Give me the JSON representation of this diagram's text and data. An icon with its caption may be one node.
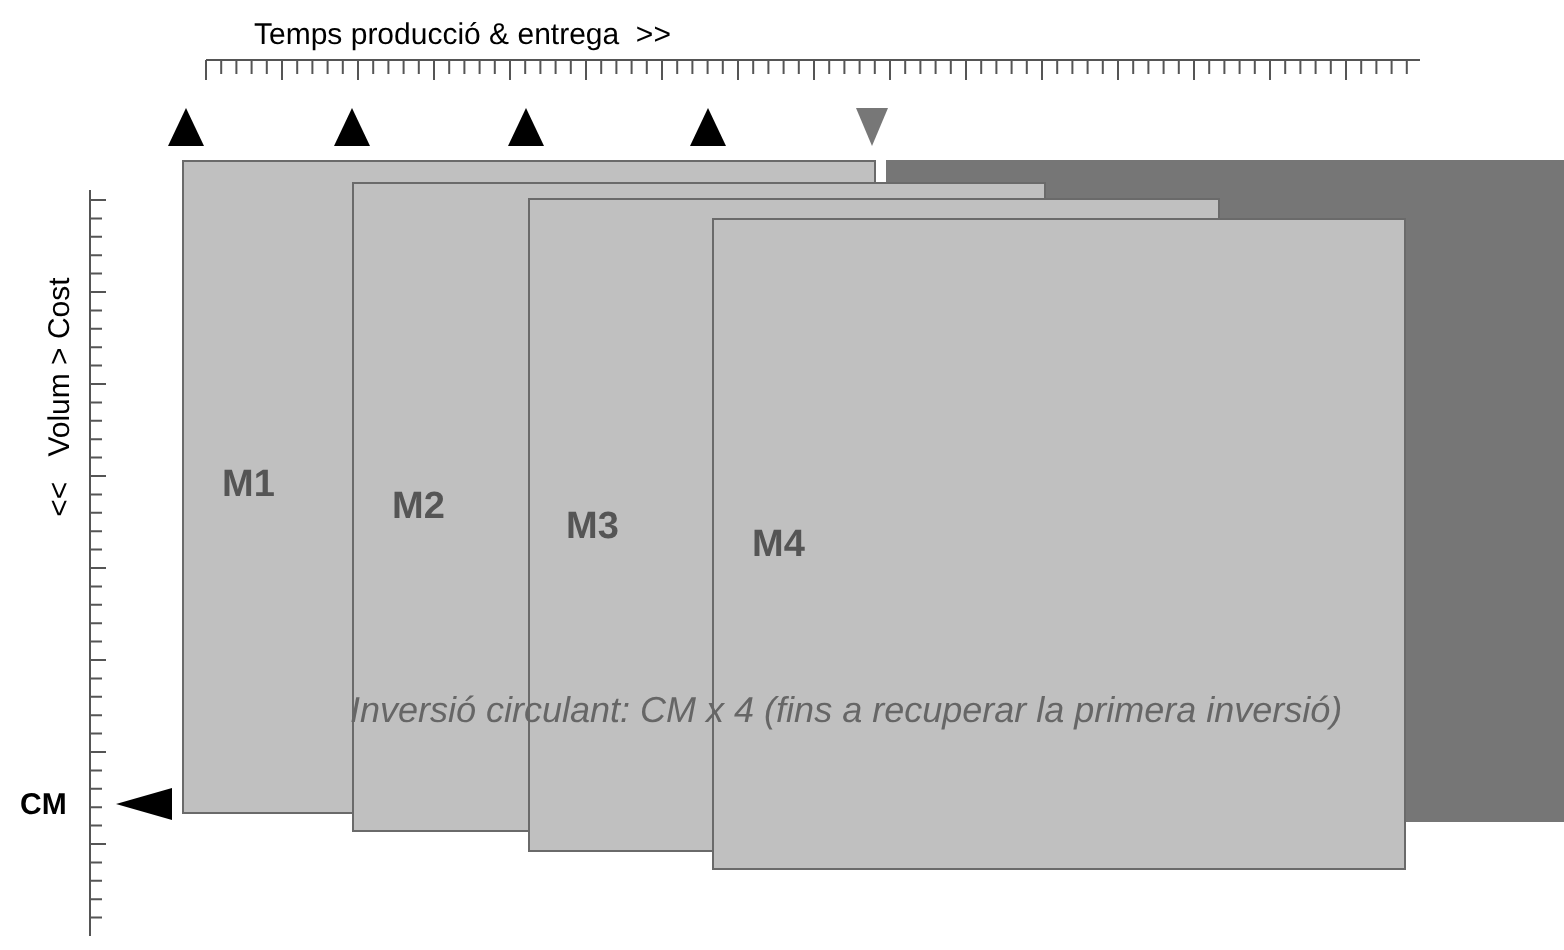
{
  "diagram": {
    "nodes": [
      {
        "text": [],
        "shape": "box"
      },
      {
        "text": [
          "M1"
        ]
      },
      {
        "text": [
          "M2"
        ]
      },
      {
        "text": [
          "M3"
        ]
      },
      {
        "text": [
          "M4"
        ]
      }
    ],
    "labels": [
      "Temps producció & entrega  >>",
      "<<   Volum > Cost",
      "CM",
      "Inversió circulant: CM x 4 (fins a recuperar la primera inversió)"
    ]
  }
}
